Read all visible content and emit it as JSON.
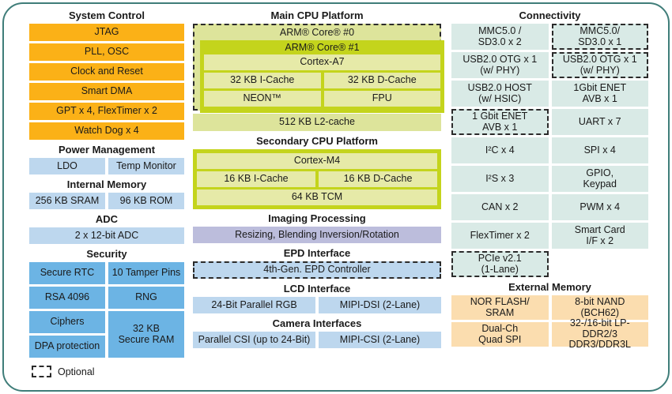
{
  "diagram": {
    "legend": {
      "label": "Optional",
      "swatch_name": "dashed-optional-swatch"
    },
    "colors": {
      "frame_border": "#3f7d79",
      "system_control": "#fbb117",
      "power_memory_blue": "#bdd7ee",
      "security_blue": "#6cb4e4",
      "cpu_olive_outer": "#c4d41c",
      "cpu_olive_inner": "#e6eaa8",
      "cpu_olive_pale": "#dde49b",
      "connectivity_teal": "#d9eae6",
      "imaging_purple": "#bcbddc",
      "external_memory_peach": "#fbddaf"
    }
  },
  "left": {
    "system_control": {
      "title": "System Control",
      "items": [
        "JTAG",
        "PLL, OSC",
        "Clock and Reset",
        "Smart DMA",
        "GPT x 4, FlexTimer x 2",
        "Watch Dog x 4"
      ]
    },
    "power_management": {
      "title": "Power Management",
      "items": [
        "LDO",
        "Temp Monitor"
      ]
    },
    "internal_memory": {
      "title": "Internal Memory",
      "items": [
        "256 KB SRAM",
        "96 KB ROM"
      ]
    },
    "adc": {
      "title": "ADC",
      "items": [
        "2 x 12-bit ADC"
      ]
    },
    "security": {
      "title": "Security",
      "left_items": [
        "Secure RTC",
        "RSA 4096",
        "Ciphers",
        "DPA protection"
      ],
      "right_items": [
        "10 Tamper Pins",
        "RNG"
      ],
      "right_tall": "32 KB\nSecure RAM"
    }
  },
  "middle": {
    "main_cpu": {
      "title": "Main CPU Platform",
      "core0_label": "ARM® Core® #0",
      "core0_optional": true,
      "core1_label": "ARM® Core® #1",
      "cortex": "Cortex-A7",
      "icache": "32 KB I-Cache",
      "dcache": "32 KB D-Cache",
      "neon": "NEON™",
      "fpu": "FPU",
      "l2cache": "512 KB L2-cache"
    },
    "secondary_cpu": {
      "title": "Secondary CPU Platform",
      "cortex": "Cortex-M4",
      "icache": "16 KB I-Cache",
      "dcache": "16 KB D-Cache",
      "tcm": "64 KB TCM"
    },
    "imaging": {
      "title": "Imaging Processing",
      "items": [
        "Resizing, Blending Inversion/Rotation"
      ]
    },
    "epd": {
      "title": "EPD Interface",
      "items": [
        "4th-Gen. EPD Controller"
      ],
      "optional": true
    },
    "lcd": {
      "title": "LCD Interface",
      "items": [
        "24-Bit Parallel RGB",
        "MIPI-DSI (2-Lane)"
      ]
    },
    "camera": {
      "title": "Camera Interfaces",
      "items": [
        "Parallel CSI (up to 24-Bit)",
        "MIPI-CSI (2-Lane)"
      ]
    }
  },
  "right": {
    "connectivity": {
      "title": "Connectivity",
      "left_items": [
        {
          "label": "MMC5.0 /\nSD3.0 x 2",
          "optional": false
        },
        {
          "label": "USB2.0 OTG x 1\n(w/ PHY)",
          "optional": false
        },
        {
          "label": "USB2.0 HOST\n(w/ HSIC)",
          "optional": false
        },
        {
          "label": "1 Gbit ENET\nAVB x 1",
          "optional": true
        },
        {
          "label": "I²C x 4",
          "optional": false
        },
        {
          "label": "I²S x 3",
          "optional": false
        },
        {
          "label": "CAN x 2",
          "optional": false
        },
        {
          "label": "FlexTimer x 2",
          "optional": false
        },
        {
          "label": "PCIe v2.1\n(1-Lane)",
          "optional": true
        }
      ],
      "right_items": [
        {
          "label": "MMC5.0/\nSD3.0 x 1",
          "optional": true
        },
        {
          "label": "USB2.0 OTG x 1\n(w/ PHY)",
          "optional": true
        },
        {
          "label": "1Gbit ENET\nAVB x 1",
          "optional": false
        },
        {
          "label": "UART x 7",
          "optional": false
        },
        {
          "label": "SPI x 4",
          "optional": false
        },
        {
          "label": "GPIO,\nKeypad",
          "optional": false
        },
        {
          "label": "PWM x 4",
          "optional": false
        },
        {
          "label": "Smart Card\nI/F x 2",
          "optional": false
        }
      ]
    },
    "external_memory": {
      "title": "External Memory",
      "items": [
        "NOR FLASH/\nSRAM",
        "8-bit NAND\n(BCH62)",
        "Dual-Ch\nQuad SPI",
        "32-/16-bit LP-DDR2/3\nDDR3/DDR3L"
      ]
    }
  }
}
